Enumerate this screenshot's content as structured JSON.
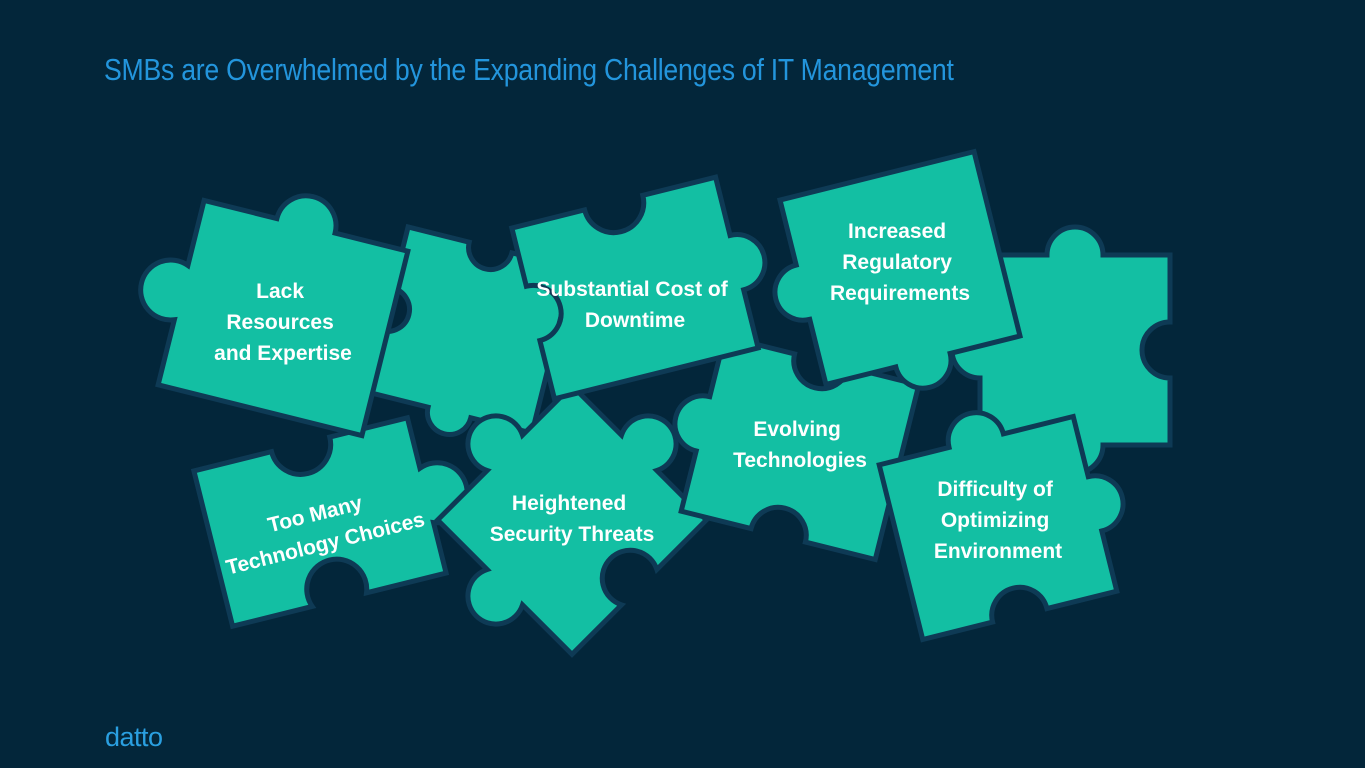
{
  "slide": {
    "title": "SMBs are Overwhelmed by the Expanding Challenges of IT Management",
    "logo": "datto"
  },
  "colors": {
    "background": "#03263a",
    "title": "#2395dc",
    "piece_stroke": "#0e3a55",
    "gradient_start": "#13bfa3",
    "gradient_end": "#4173c6"
  },
  "puzzle_pieces": [
    {
      "id": "lack",
      "lines": [
        "Lack",
        "Resources",
        "and Expertise"
      ]
    },
    {
      "id": "cost",
      "lines": [
        "Substantial Cost of",
        "Downtime"
      ]
    },
    {
      "id": "regulatory",
      "lines": [
        "Increased",
        "Regulatory",
        "Requirements"
      ]
    },
    {
      "id": "choices",
      "lines": [
        "Too Many",
        "Technology Choices"
      ]
    },
    {
      "id": "security",
      "lines": [
        "Heightened",
        "Security Threats"
      ]
    },
    {
      "id": "evolving",
      "lines": [
        "Evolving",
        "Technologies"
      ]
    },
    {
      "id": "difficulty",
      "lines": [
        "Difficulty of",
        "Optimizing",
        "Environment"
      ]
    },
    {
      "id": "blank-center",
      "lines": []
    },
    {
      "id": "blank-right",
      "lines": []
    }
  ]
}
